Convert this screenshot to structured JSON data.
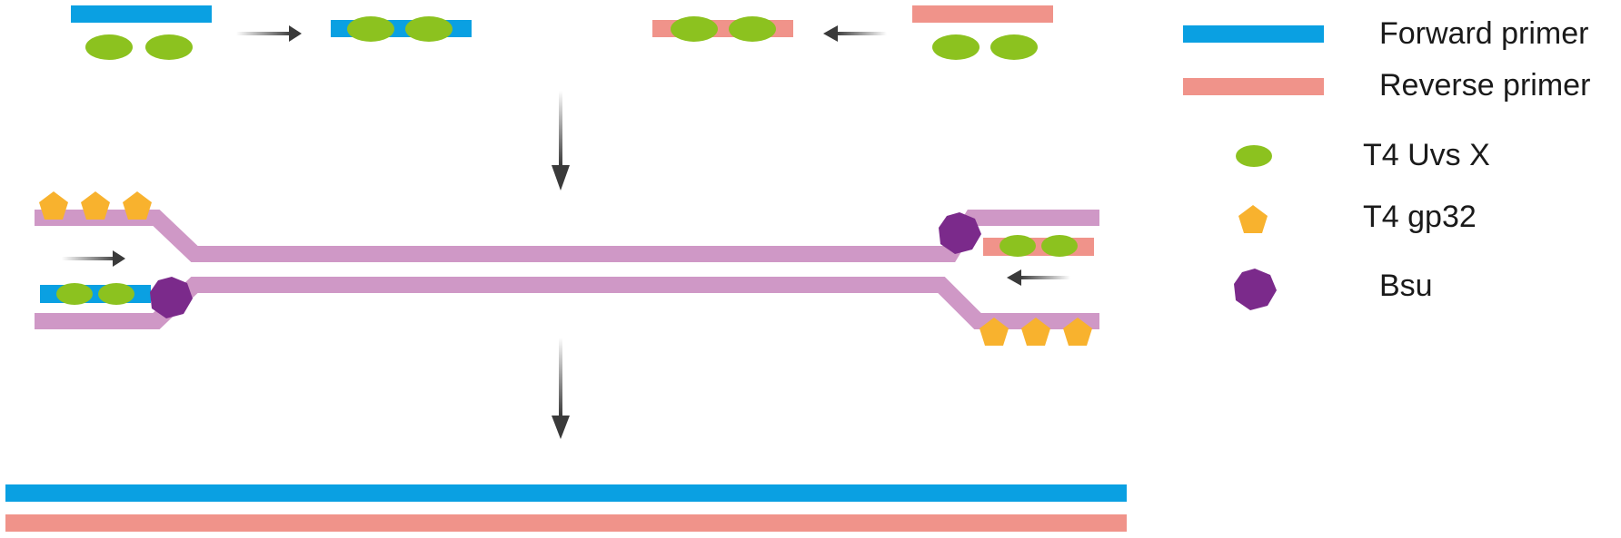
{
  "legend": {
    "forward_primer": "Forward primer",
    "reverse_primer": "Reverse primer",
    "uvsx": "T4 Uvs X",
    "gp32": "T4 gp32",
    "bsu": "Bsu"
  },
  "colors": {
    "forward": "#0aa0e2",
    "reverse": "#f0938a",
    "uvsx": "#8cc21f",
    "gp32": "#f8b22e",
    "bsu": "#7b2a8b",
    "template_dna": "#cf98c6",
    "arrow": "#555555"
  }
}
